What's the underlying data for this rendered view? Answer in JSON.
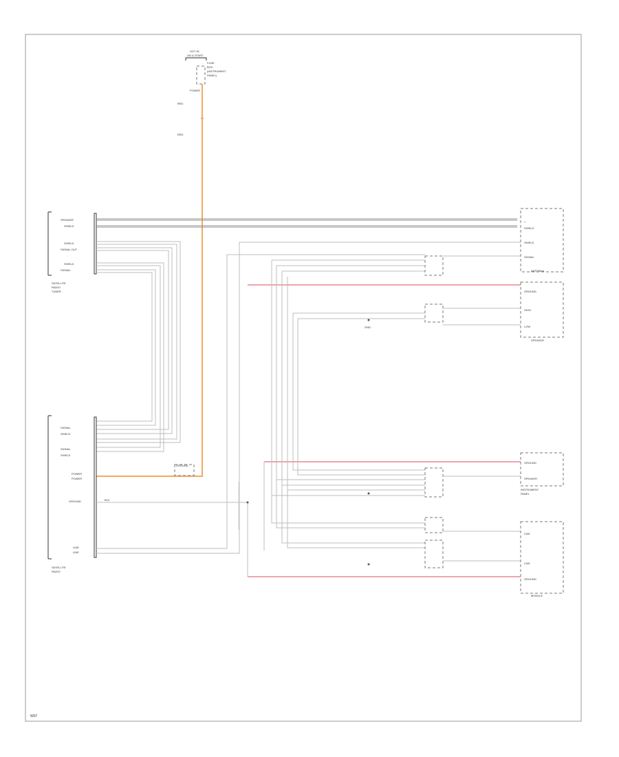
{
  "page_code": "W07",
  "colors": {
    "frame": "#999999",
    "power_wire": "#f6a85e",
    "red_wire": "#e9858f",
    "wire": "#bdbdbd"
  },
  "top_connector": {
    "labels": [
      "HOT IN",
      "ON & START",
      "FUSE",
      "BOX",
      "(INSTRUMENT",
      "PANEL)",
      "POWER"
    ],
    "wire_labels": [
      "RED",
      "RED"
    ]
  },
  "amplifier_top": {
    "pins": [
      "SPEAKER",
      "SHIELD",
      "SHIELD",
      "SIGNAL OUT",
      "SHIELD",
      "SIGNAL"
    ],
    "name_lines": [
      "SATELLITE",
      "RADIO",
      "TUNER"
    ]
  },
  "amplifier_bottom": {
    "pins": [
      "SIGNAL",
      "SHIELD",
      "SIGNAL",
      "SHIELD",
      "POWER",
      "POWER",
      "GROUND",
      "LINE",
      "LINE"
    ],
    "name_lines": [
      "SATELLITE",
      "RADIO"
    ]
  },
  "components": {
    "antenna": {
      "pins": [
        "+",
        "SHIELD",
        "SHIELD",
        "SIGNAL"
      ],
      "name": "ANTENNA"
    },
    "speaker": {
      "pins": [
        "GROUND",
        "HIGH",
        "LOW"
      ],
      "name": "SPEAKER"
    },
    "amplifier": {
      "pins": [
        "GROUND",
        "SPEAKER"
      ],
      "name_lines": [
        "INSTRUMENT",
        "PANEL"
      ]
    },
    "module": {
      "pins": [
        "CAN",
        "CAN",
        "GROUND"
      ],
      "name": "MODULE"
    }
  },
  "misc_labels": {
    "ground": "GROUND",
    "gnd": "GND",
    "ground_wire": "BLK"
  }
}
